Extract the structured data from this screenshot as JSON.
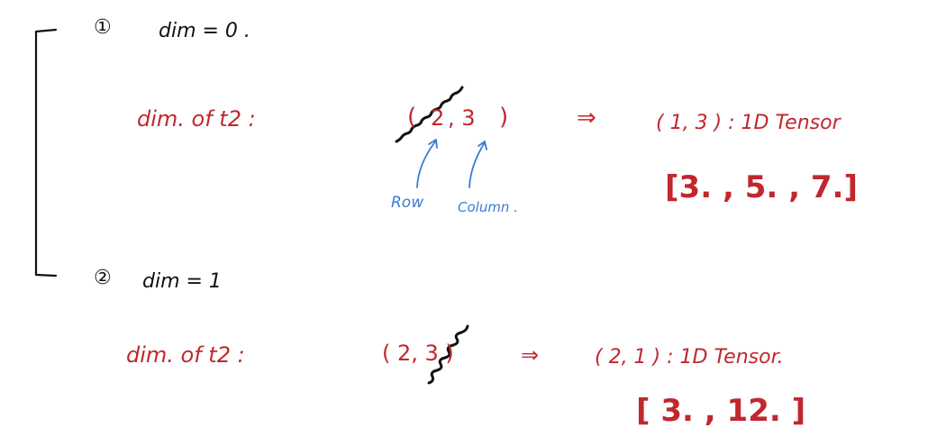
{
  "section1": {
    "number": "①",
    "title": "dim = 0 .",
    "expr_prefix": "dim.  of  t2  :",
    "shape_open": "(",
    "shape_first": "2",
    "shape_sep": ", 3",
    "shape_close": ")",
    "arrow": "⇒",
    "result": "( 1, 3 ) : 1D Tensor",
    "row_label": "Row",
    "column_label": "Column .",
    "values": "[3. , 5. , 7.]"
  },
  "section2": {
    "number": "②",
    "title": "dim = 1",
    "expr_prefix": "dim.  of  t2  :",
    "shape": "( 2, 3 )",
    "arrow": "⇒",
    "result": "( 2, 1 )  :  1D Tensor.",
    "values": "[ 3. , 12. ]"
  },
  "colors": {
    "ink_black": "#111111",
    "ink_red": "#c1272d",
    "ink_blue": "#3a7bd5"
  }
}
